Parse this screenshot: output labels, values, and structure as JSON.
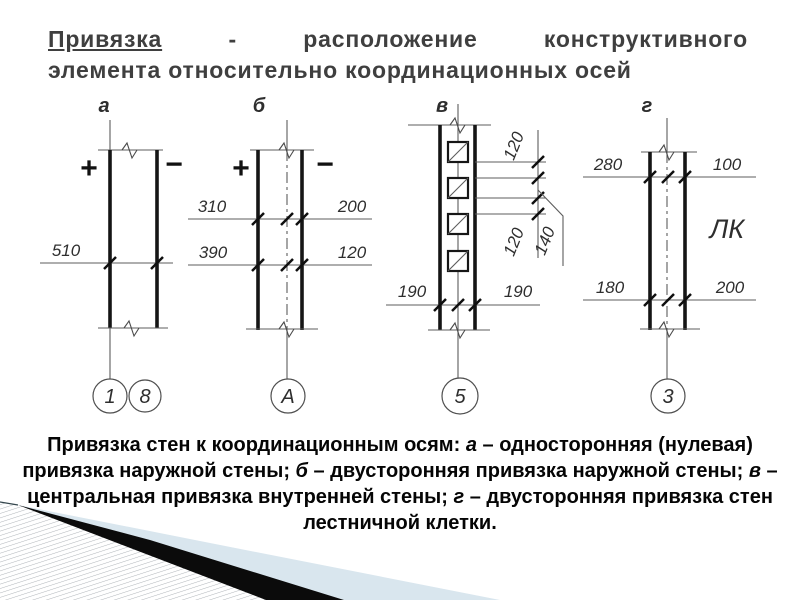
{
  "title": {
    "word1": "Привязка",
    "dash": "-",
    "word2": "расположение",
    "word3": "конструктивного",
    "line2": "элемента относительно координационных осей"
  },
  "figures": {
    "a": {
      "label": "а",
      "plus": "+",
      "minus": "−",
      "wall_dim": "510",
      "axis_circle_1": "1",
      "axis_circle_2": "8"
    },
    "b": {
      "label": "б",
      "plus": "+",
      "minus": "−",
      "dim_left_top": "310",
      "dim_right_top": "200",
      "dim_left_bottom": "390",
      "dim_right_bottom": "120",
      "axis_circle": "А"
    },
    "v": {
      "label": "в",
      "dim_rotated_top": "120",
      "dim_rotated_bottom": "120",
      "dim_rotated_leader": "140",
      "dim_left": "190",
      "dim_right": "190",
      "axis_circle": "5"
    },
    "g": {
      "label": "г",
      "dim_top_left": "280",
      "dim_top_right": "100",
      "dim_bottom_left": "180",
      "dim_bottom_right": "200",
      "room_label": "ЛК",
      "axis_circle": "3"
    }
  },
  "caption": {
    "segments": [
      "Привязка стен к координационным осям: ",
      "а",
      " – односторонняя (нулевая) привязка наружной стены; ",
      "б",
      " – двусторонняя привязка наружной стены; ",
      "в",
      " – центральная привязка внутренней стены; ",
      "г",
      " – двусторонняя привязка стен лестничной клетки."
    ]
  },
  "colors": {
    "title_text": "#3f3f3f",
    "drawing_line": "#2b2b2b",
    "decor_blue": "#d9e6ee",
    "decor_black": "#0b0b0b"
  }
}
